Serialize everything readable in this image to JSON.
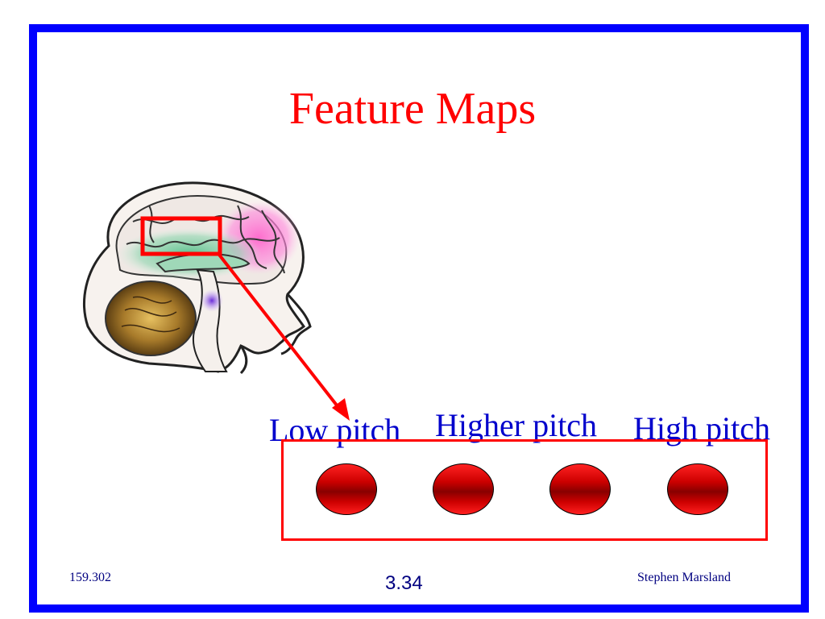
{
  "slide": {
    "title": "Feature Maps",
    "labels": [
      "Low pitch",
      "Higher pitch",
      "High pitch"
    ],
    "node_count": 4
  },
  "footer": {
    "course": "159.302",
    "page": "3.34",
    "author": "Stephen Marsland"
  },
  "colors": {
    "frame": "#0000ff",
    "title": "#ff0000",
    "labels": "#0000cc",
    "highlight": "#ff0000",
    "node": "#cc0000"
  },
  "icons": {
    "illustration": "brain-sagittal-section-image"
  }
}
